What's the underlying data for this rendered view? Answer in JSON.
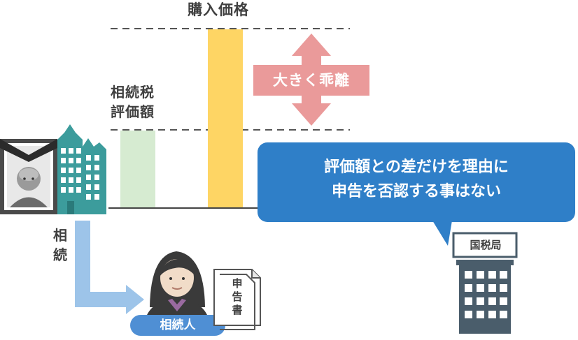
{
  "labels": {
    "purchase_price": "購入価格",
    "inheritance_tax_value_line1": "相続税",
    "inheritance_tax_value_line2": "評価額",
    "large_divergence": "大きく乖離",
    "inheritance": "相続",
    "heir": "相続人",
    "tax_return_document": "申告書",
    "national_tax_agency": "国税局"
  },
  "speech_bubble": {
    "line1": "評価額との差だけを理由に",
    "line2": "申告を否認する事はない"
  },
  "colors": {
    "purchase_bar": "#fed564",
    "valuation_bar": "#d6ebd1",
    "divergence_arrow": "#ea9a9a",
    "bubble": "#2f7fc8",
    "inheritance_arrow": "#9dc4e9",
    "heir_badge": "#4f8fd4",
    "building_teal": "#3c9c9c",
    "tax_office_building": "#4a5d6b",
    "text_dark": "#404040"
  },
  "icons": [
    "deceased-portrait-icon",
    "apartment-building-icon",
    "heir-person-icon",
    "document-icon",
    "tax-office-building-icon"
  ]
}
